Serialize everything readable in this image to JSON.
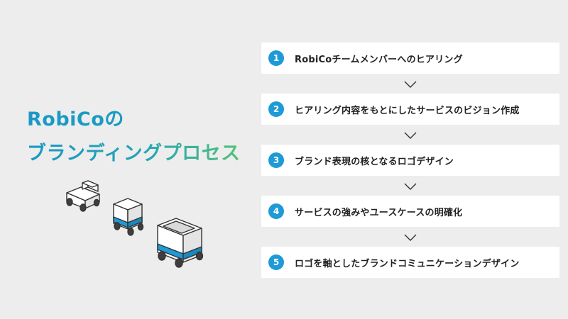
{
  "title": {
    "line1": "RobiCoの",
    "line2": "ブランディングプロセス"
  },
  "colors": {
    "background": "#ededed",
    "step_number": "#1e9ad6",
    "title_gradient_start": "#1a98c6",
    "title_gradient_end": "#56c07a",
    "robot_stripe": "#1e9ad6"
  },
  "steps": [
    {
      "number": "1",
      "label": "RobiCoチームメンバーへのヒアリング"
    },
    {
      "number": "2",
      "label": "ヒアリング内容をもとにしたサービスのビジョン作成"
    },
    {
      "number": "3",
      "label": "ブランド表現の核となるロゴデザイン"
    },
    {
      "number": "4",
      "label": "サービスの強みやユースケースの明確化"
    },
    {
      "number": "5",
      "label": "ロゴを軸としたブランドコミュニケーションデザイン"
    }
  ],
  "illustration": {
    "icon": "delivery-robots-illustration"
  }
}
